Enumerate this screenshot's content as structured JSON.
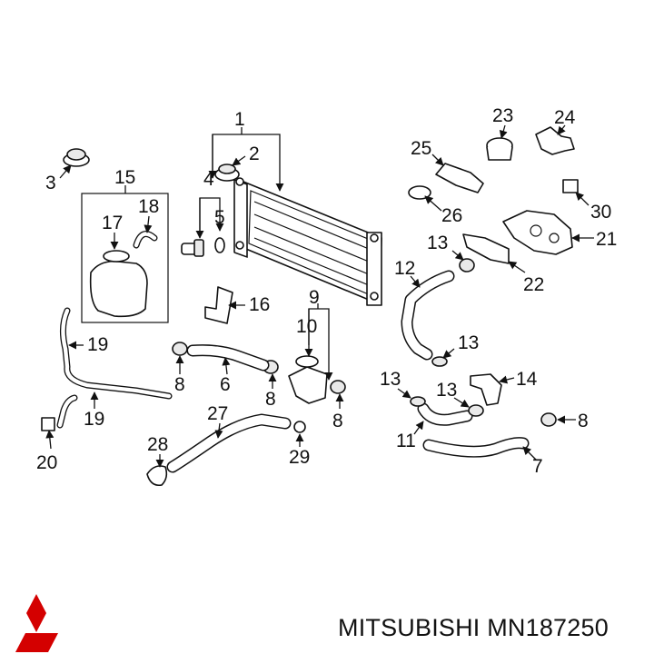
{
  "callouts": [
    "1",
    "2",
    "3",
    "4",
    "5",
    "6",
    "7",
    "8",
    "9",
    "10",
    "11",
    "12",
    "13",
    "14",
    "15",
    "16",
    "17",
    "18",
    "19",
    "20",
    "21",
    "22",
    "23",
    "24",
    "25",
    "26",
    "27",
    "28",
    "29",
    "30"
  ],
  "footer": {
    "brand": "MITSUBISHI",
    "part_number": "MN187250"
  },
  "logo": {
    "name": "mitsubishi-three-diamonds-logo",
    "color": "#d40000"
  }
}
